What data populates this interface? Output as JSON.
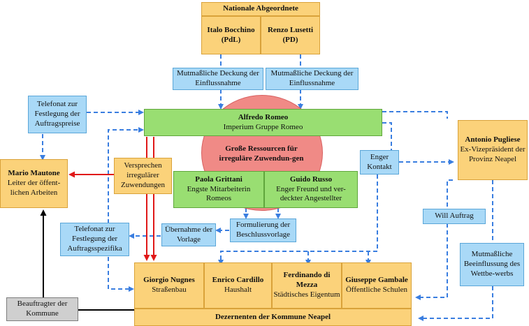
{
  "nationale": {
    "title": "Nationale Abgeordnete",
    "p1_name": "Italo Bocchino",
    "p1_party": "(PdL)",
    "p2_name": "Renzo Lusetti",
    "p2_party": "(PD)"
  },
  "deckung_label": "Mutmaßliche Deckung der Einflussnahme",
  "romeo": {
    "name": "Alfredo Romeo",
    "sub": "Imperium Gruppe Romeo"
  },
  "circle_text": "Große Ressourcen für irreguläre Zuwendun-gen",
  "grittani": {
    "name": "Paola Grittani",
    "sub": "Engste Mitarbeiterin Romeos"
  },
  "russo": {
    "name": "Guido Russo",
    "sub": "Enger Freund und ver-deckter Angestellter"
  },
  "telefonat_preise": "Telefonat zur Festlegung der Auftragspreise",
  "mautone": {
    "name": "Mario Mautone",
    "sub": "Leiter der öffent-lichen Arbeiten"
  },
  "versprechen": "Versprechen irregulärer Zuwendungen",
  "enger_kontakt": "Enger Kontakt",
  "pugliese": {
    "name": "Antonio Pugliese",
    "sub": "Ex-Vizepräsident der Provinz Neapel"
  },
  "will_auftrag": "Will Auftrag",
  "beeinflussung": "Mutmaßliche Beeinflussung des Wettbe-werbs",
  "telefonat_spezifika": "Telefonat zur Festlegung der Auftragsspezifika",
  "uebernahme": "Übernahme der Vorlage",
  "formulierung": "Formulierung der Beschlussvorlage",
  "dezernenten": {
    "nugnes_name": "Giorgio Nugnes",
    "nugnes_sub": "Straßenbau",
    "cardillo_name": "Enrico Cardillo",
    "cardillo_sub": "Haushalt",
    "dimezza_name": "Ferdinando di Mezza",
    "dimezza_sub": "Städtisches Eigentum",
    "gambale_name": "Giuseppe Gambale",
    "gambale_sub": "Öffentliche Schulen",
    "footer": "Dezernenten der Kommune Neapel"
  },
  "beauftragter": "Beauftragter der Kommune",
  "colors": {
    "orange": "#fbd27a",
    "green": "#99de72",
    "blue": "#a9d9f7",
    "red_circle": "#f08a86",
    "dashed_blue": "#3a7ee0",
    "red_arrow": "#e01818",
    "black_arrow": "#000000"
  }
}
